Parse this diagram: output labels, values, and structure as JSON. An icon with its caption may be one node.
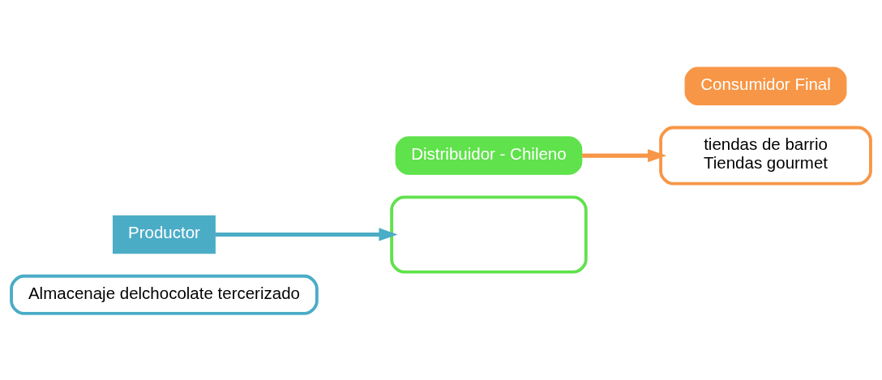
{
  "diagram": {
    "nodes": [
      {
        "text": [
          "Almacenaje delchocolate tercerizado"
        ]
      },
      {
        "text": [
          "Productor"
        ]
      },
      {
        "text": [
          "Distribuidor - Chileno"
        ]
      },
      {
        "text": [],
        "shape": "box"
      },
      {
        "text": [
          "tiendas de barrio",
          "Tiendas gourmet"
        ]
      },
      {
        "text": [
          "Consumidor Final"
        ]
      }
    ],
    "edges": [
      {
        "from": 1,
        "to": 3,
        "arrow": "to",
        "color": "#4bacc6"
      },
      {
        "from": 2,
        "to": 4,
        "arrow": "to",
        "color": "#f79646"
      }
    ]
  }
}
